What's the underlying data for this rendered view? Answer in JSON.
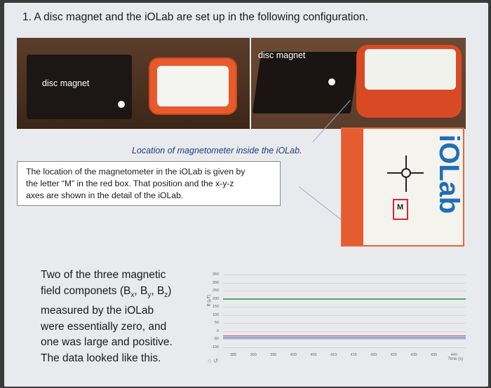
{
  "question": "1. A disc magnet and the iOLab are set up in the following configuration.",
  "photos": {
    "label_left": "disc magnet",
    "label_right": "disc magnet",
    "device_brand": "iOLab"
  },
  "caption": "Location of magnetometer inside the iOLab.",
  "callout": {
    "line1": "The location of the magnetometer in the iOLab is given by",
    "line2": "the letter “M” in the red box. That position and the x-y-z",
    "line3": "axes are shown in the detail of the iOLab."
  },
  "detail": {
    "brand": "iOLab",
    "marker": "M"
  },
  "body_text": {
    "line1": "Two of the three magnetic",
    "line2": "field componets (Bx, By, Bz)",
    "line3": "measured by the iOLab",
    "line4": "were essentially zero, and",
    "line5": "one was large and positive.",
    "line6": "The data looked like this."
  },
  "graph": {
    "y_ticks": [
      "350",
      "300",
      "250",
      "200",
      "150",
      "100",
      "50",
      "0",
      "-50",
      "-100"
    ],
    "x_ticks": [
      "385",
      "390",
      "395",
      "400",
      "405",
      "410",
      "415",
      "420",
      "425",
      "430",
      "435",
      "440"
    ],
    "y_label": "B (μT)",
    "x_label": "Time (s)",
    "series_colors": {
      "large": "#58a85e",
      "zero_a": "#d24a4a",
      "zero_b": "#4a6ed2",
      "zero_c": "#9a7ac8"
    }
  }
}
